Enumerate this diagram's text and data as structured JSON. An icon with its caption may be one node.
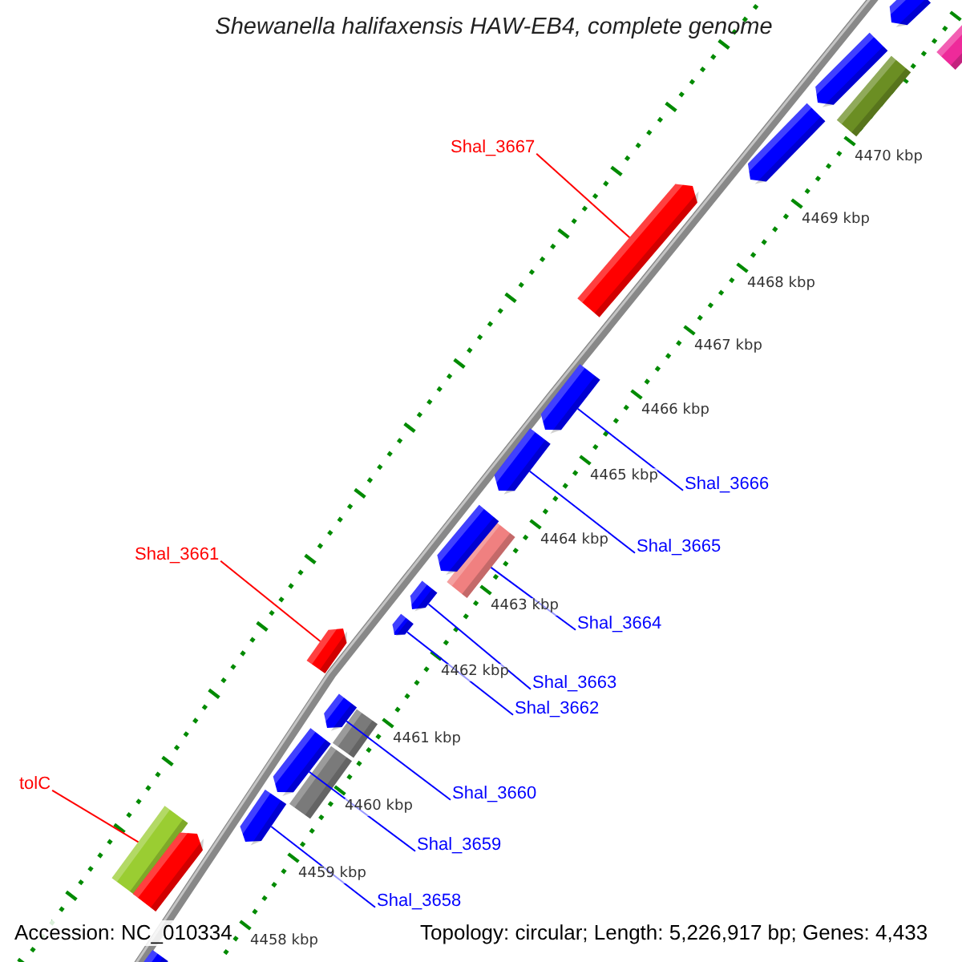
{
  "diagram": {
    "title": "Shewanella halifaxensis HAW-EB4, complete genome",
    "nodes": [
      {
        "text": [
          "Shal_3667"
        ]
      },
      {
        "text": [],
        "shape": "bar"
      },
      {
        "text": [
          "Shal_3666"
        ]
      },
      {
        "text": [],
        "shape": "bar"
      },
      {
        "text": [
          "Shal_3665"
        ]
      },
      {
        "text": [],
        "shape": "bar"
      },
      {
        "text": [
          "Shal_3661"
        ]
      },
      {
        "text": [],
        "shape": "bar"
      },
      {
        "text": [
          "Shal_3664"
        ]
      },
      {
        "text": [],
        "shape": "bar"
      },
      {
        "text": [
          "Shal_3663"
        ]
      },
      {
        "text": [],
        "shape": "bar"
      },
      {
        "text": [
          "Shal_3662"
        ]
      },
      {
        "text": [],
        "shape": "bar"
      },
      {
        "text": [
          "tolC"
        ]
      },
      {
        "text": [],
        "shape": "bar"
      },
      {
        "text": [
          "Shal_3660"
        ]
      },
      {
        "text": [],
        "shape": "bar"
      },
      {
        "text": [
          "Shal_3659"
        ]
      },
      {
        "text": [],
        "shape": "bar"
      },
      {
        "text": [
          "Shal_3658"
        ]
      },
      {
        "text": [],
        "shape": "bar"
      },
      {
        "text": [],
        "shape": "bar"
      },
      {
        "text": [],
        "shape": "bar"
      },
      {
        "text": [],
        "shape": "bar"
      },
      {
        "text": [],
        "shape": "bar"
      },
      {
        "text": [],
        "shape": "bar"
      },
      {
        "text": [],
        "shape": "bar"
      },
      {
        "text": [],
        "shape": "bar"
      },
      {
        "text": [],
        "shape": "bar"
      },
      {
        "text": [],
        "shape": "bar"
      },
      {
        "text": [],
        "shape": "bar"
      }
    ],
    "edges": [
      {
        "from": 0,
        "to": 1,
        "arrow": "none",
        "color": "#ff0000"
      },
      {
        "from": 2,
        "to": 3,
        "arrow": "none"
      },
      {
        "from": 4,
        "to": 5,
        "arrow": "none"
      },
      {
        "from": 6,
        "to": 7,
        "arrow": "none",
        "color": "#ff0000"
      },
      {
        "from": 8,
        "to": 9,
        "arrow": "none"
      },
      {
        "from": 10,
        "to": 11,
        "arrow": "none"
      },
      {
        "from": 12,
        "to": 13,
        "arrow": "none"
      },
      {
        "from": 14,
        "to": 15,
        "arrow": "none",
        "color": "#ff0000"
      },
      {
        "from": 16,
        "to": 17,
        "arrow": "none"
      },
      {
        "from": 18,
        "to": 19,
        "arrow": "none"
      },
      {
        "from": 20,
        "to": 21,
        "arrow": "none"
      }
    ],
    "labels": [
      "4470 kbp",
      "4469 kbp",
      "4468 kbp",
      "4467 kbp",
      "4466 kbp",
      "4465 kbp",
      "4464 kbp",
      "4463 kbp",
      "4462 kbp",
      "4461 kbp",
      "4460 kbp",
      "4459 kbp",
      "4458 kbp",
      "Accession: NC_010334",
      "Topology: circular; Length: 5,226,917 bp; Genes: 4,433"
    ]
  }
}
